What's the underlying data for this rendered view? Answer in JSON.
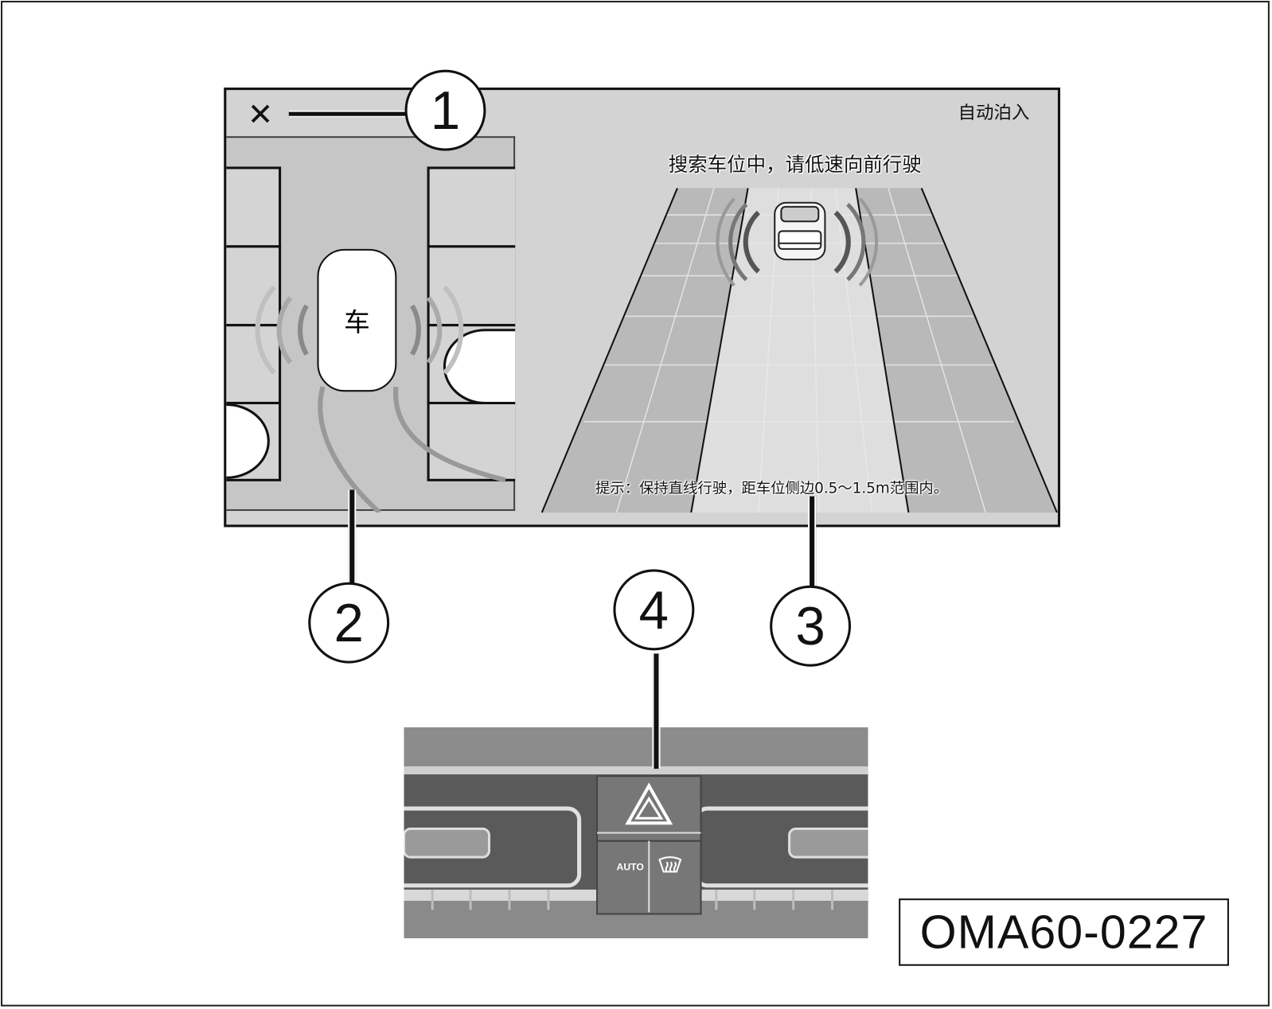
{
  "screen": {
    "mode_title": "自动泊入",
    "status_message": "搜索车位中，请低速向前行驶",
    "hint": "提示：保持直线行驶，距车位侧边0.5～1.5m范围内。",
    "close_icon": "close-icon",
    "car_label": "车"
  },
  "callouts": [
    "1",
    "2",
    "3",
    "4"
  ],
  "console": {
    "auto_label": "AUTO",
    "hazard_icon": "hazard-triangle-icon",
    "defrost_icon": "windshield-defrost-icon"
  },
  "figure_id": "OMA60-0227"
}
